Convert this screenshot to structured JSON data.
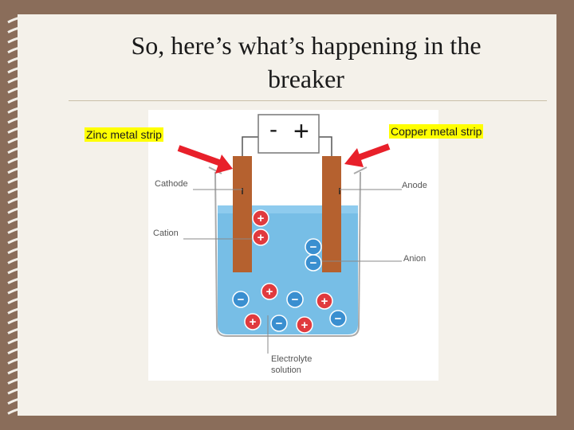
{
  "slide": {
    "title_line1": "So, here’s what’s happening in the",
    "title_line2": "breaker",
    "left_callout": "Zinc metal strip",
    "right_callout": "Copper metal strip"
  },
  "diagram": {
    "terminal_negative": "-",
    "terminal_positive": "+",
    "label_cathode": "Cathode",
    "label_cation": "Cation",
    "label_anode": "Anode",
    "label_anion": "Anion",
    "label_electrolyte_line1": "Electrolyte",
    "label_electrolyte_line2": "solution",
    "ion_plus": "+",
    "ion_minus": "−"
  },
  "colors": {
    "background": "#8a6d5a",
    "page": "#f4f1ea",
    "callout_highlight": "#ffff00",
    "arrow": "#e8202a",
    "electrode": "#b5612f",
    "electrolyte": "#5fb3e2",
    "cation": "#e03a3e",
    "anion": "#3a8fd0"
  }
}
